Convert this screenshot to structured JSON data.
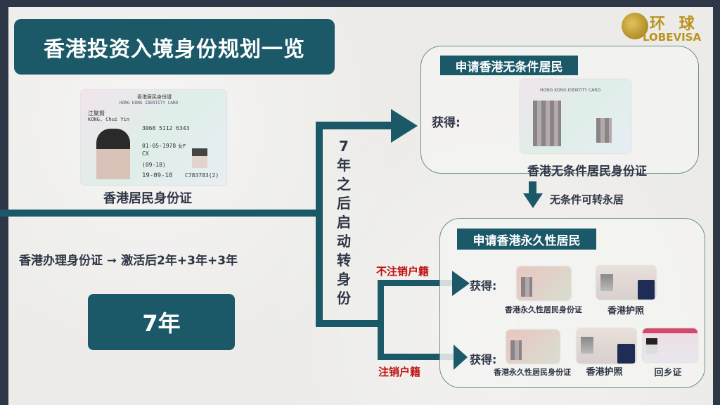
{
  "title": "香港投资入境身份规划一览",
  "logo": {
    "cn": "环 球",
    "en": "LOBEVISA"
  },
  "left": {
    "id_card": {
      "header_cn": "香港居民身份證",
      "header_en": "HONG KONG IDENTITY CARD",
      "name_cn": "江聚賢",
      "name_en": "KONG, Chui Yin",
      "number": "3068 5112 6343",
      "dob": "01-05-1978",
      "sex": "女F",
      "code": "CX",
      "issue_first": "(09-18)",
      "issue": "19-09-18",
      "id_no": "C783783(2)"
    },
    "card_caption": "香港居民身份证",
    "process_text": "香港办理身份证 ➞ 激活后2年+3年+3年",
    "years_box": "7年"
  },
  "flow": {
    "vertical_label": "7年之后启动转身份",
    "branch_keep": "不注销户籍",
    "branch_cancel": "注销户籍"
  },
  "top_box": {
    "label": "申请香港无条件居民",
    "obtain": "获得:",
    "card_caption": "香港无条件居民身份证",
    "card_header": "HONG KONG IDENTITY CARD"
  },
  "transition": "无条件可转永居",
  "bottom_box": {
    "label": "申请香港永久性居民",
    "row1": {
      "obtain": "获得:",
      "items": [
        "香港永久性居民身份证",
        "香港护照"
      ]
    },
    "row2": {
      "obtain": "获得:",
      "items": [
        "香港永久性居民身份证",
        "香港护照",
        "回乡证"
      ]
    }
  },
  "colors": {
    "teal": "#1b5968",
    "frame": "#2e3748",
    "red": "#c01010",
    "text": "#2e3545"
  }
}
